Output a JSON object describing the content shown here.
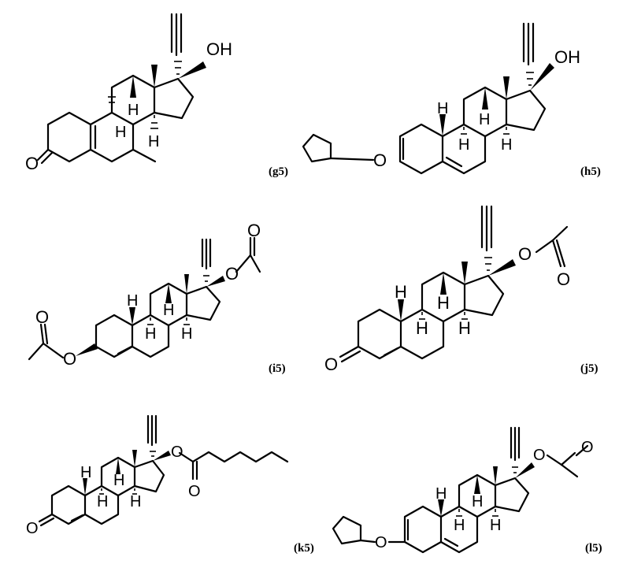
{
  "molecules": [
    {
      "id": "g5",
      "label": "(g5)",
      "atoms": {
        "oh": "OH",
        "ketone": "O",
        "h1": "H",
        "h2": "H",
        "h3": "H"
      }
    },
    {
      "id": "h5",
      "label": "(h5)",
      "atoms": {
        "oh": "OH",
        "ether": "O",
        "h1": "H",
        "h2": "H",
        "h3": "H",
        "h4": "H"
      }
    },
    {
      "id": "i5",
      "label": "(i5)",
      "atoms": {
        "o17": "O",
        "co17": "O",
        "o3": "O",
        "co3": "O",
        "h1": "H",
        "h2": "H",
        "h3": "H",
        "h4": "H"
      }
    },
    {
      "id": "j5",
      "label": "(j5)",
      "atoms": {
        "o17": "O",
        "co17": "O",
        "ketone": "O",
        "h1": "H",
        "h2": "H",
        "h3": "H",
        "h4": "H"
      }
    },
    {
      "id": "k5",
      "label": "(k5)",
      "atoms": {
        "o17": "O",
        "co17": "O",
        "ketone": "O",
        "h1": "H",
        "h2": "H",
        "h3": "H",
        "h4": "H"
      }
    },
    {
      "id": "l5",
      "label": "(l5)",
      "atoms": {
        "o17": "O",
        "co17": "O",
        "ether": "O",
        "h1": "H",
        "h2": "H",
        "h3": "H",
        "h4": "H"
      }
    }
  ]
}
